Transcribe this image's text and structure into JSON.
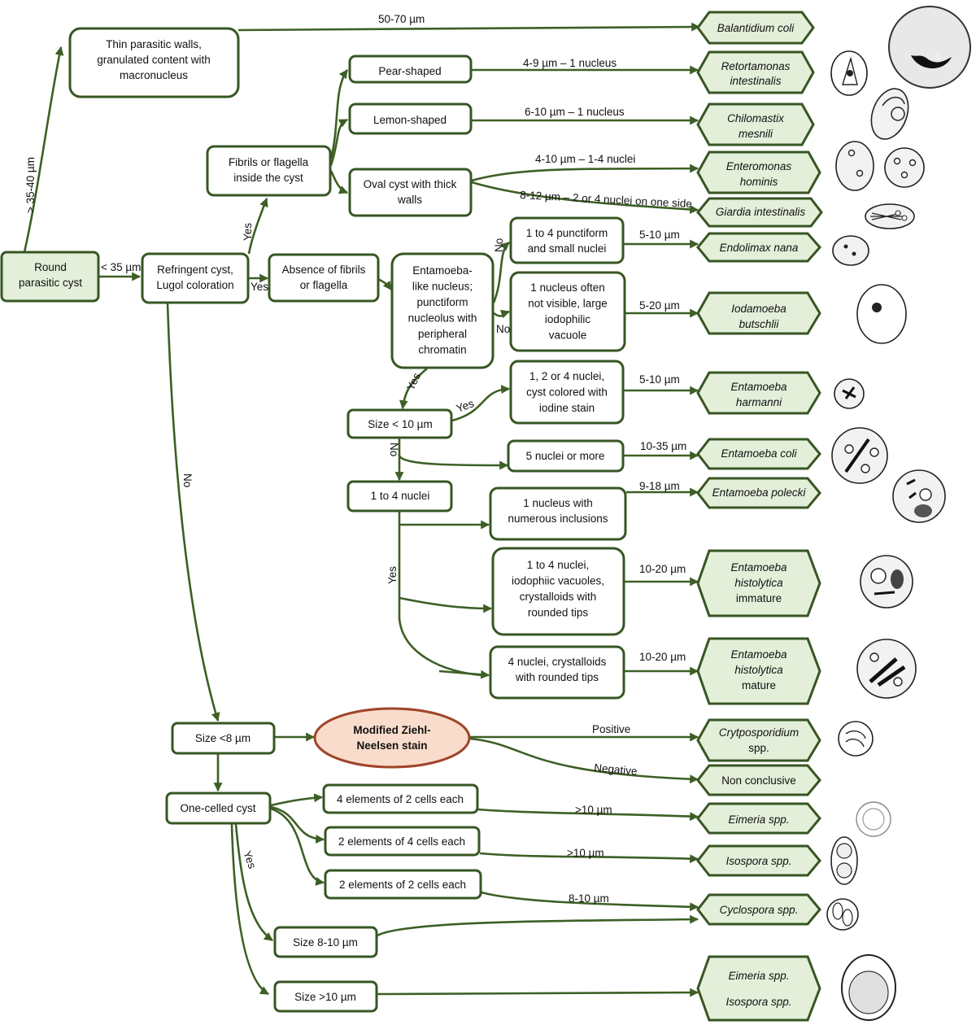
{
  "nodes": {
    "round": [
      "Round",
      "parasitic cyst"
    ],
    "thin": [
      "Thin parasitic walls,",
      "granulated content with",
      "macronucleus"
    ],
    "refringent": [
      "Refringent cyst,",
      "Lugol coloration"
    ],
    "fibrils": [
      "Fibrils or flagella",
      "inside the cyst"
    ],
    "pear": [
      "Pear-shaped"
    ],
    "lemon": [
      "Lemon-shaped"
    ],
    "oval": [
      "Oval cyst with thick",
      "walls"
    ],
    "absence": [
      "Absence of fibrils",
      "or flagella"
    ],
    "entlike": [
      "Entamoeba-",
      "like nucleus;",
      "punctiform",
      "nucleolus with",
      "peripheral",
      "chromatin"
    ],
    "punct": [
      "1 to 4 punctiform",
      "and small nuclei"
    ],
    "onenuc": [
      "1 nucleus often",
      "not visible, large",
      "iodophilic",
      "vacuole"
    ],
    "size10": [
      "Size < 10 µm"
    ],
    "iodine": [
      "1, 2 or 4 nuclei,",
      "cyst colored with",
      "iodine stain"
    ],
    "five": [
      "5 nuclei or more"
    ],
    "onefour": [
      "1 to 4 nuclei"
    ],
    "inclusions": [
      "1 nucleus with",
      "numerous inclusions"
    ],
    "vacuoles": [
      "1 to 4 nuclei,",
      "iodophiic vacuoles,",
      "crystalloids with",
      "rounded tips"
    ],
    "fournuc": [
      "4 nuclei, crystalloids",
      "with rounded tips"
    ],
    "size8": [
      "Size <8 µm"
    ],
    "ziehl": [
      "Modified Ziehl-",
      "Neelsen stain"
    ],
    "onecell": [
      "One-celled cyst"
    ],
    "el42": [
      "4 elements of 2 cells each"
    ],
    "el24": [
      "2 elements of 4 cells each"
    ],
    "el22": [
      "2 elements of 2 cells each"
    ],
    "size810": [
      "Size 8-10 µm"
    ],
    "size10b": [
      "Size >10 µm"
    ]
  },
  "results": {
    "balantidium": [
      "Balantidium coli"
    ],
    "retortamonas": [
      "Retortamonas",
      "intestinalis"
    ],
    "chilomastix": [
      "Chilomastix",
      "mesnili"
    ],
    "enteromonas": [
      "Enteromonas",
      "hominis"
    ],
    "giardia": [
      "Giardia intestinalis"
    ],
    "endolimax": [
      "Endolimax nana"
    ],
    "iodamoeba": [
      "Iodamoeba",
      "butschlii"
    ],
    "harmanni": [
      "Entamoeba",
      "harmanni"
    ],
    "coli": [
      "Entamoeba coli"
    ],
    "polecki": [
      "Entamoeba polecki"
    ],
    "histo_immature": [
      "Entamoeba",
      "histolytica",
      "immature"
    ],
    "histo_mature": [
      "Entamoeba",
      "histolytica",
      "mature"
    ],
    "crypto": [
      "Crytposporidium",
      "spp."
    ],
    "nonconclusive": [
      "Non conclusive"
    ],
    "eimeria": [
      "Eimeria spp."
    ],
    "isospora": [
      "Isospora spp."
    ],
    "cyclospora": [
      "Cyclospora spp."
    ],
    "eimeria_isospora": [
      "Eimeria spp.",
      "Isospora spp."
    ]
  },
  "edge_labels": {
    "gt35": "> 35-40 µm",
    "s5070": "50-70 µm",
    "lt35": "< 35 µm",
    "yes_fibrils": "Yes",
    "yes_absence": "Yes",
    "pear_size": "4-9 µm – 1 nucleus",
    "lemon_size": "6-10 µm – 1 nucleus",
    "oval_entero": "4-10 µm – 1-4 nuclei",
    "oval_giardia": "8-12 µm – 2 or 4 nuclei on one side",
    "no_punct": "No",
    "no_onenuc": "No",
    "endo_size": "5-10 µm",
    "iodo_size": "5-20 µm",
    "yes_size10": "Yes",
    "yes_iodine": "Yes",
    "harm_size": "5-10 µm",
    "no_size10": "No",
    "coli_size": "10-35 µm",
    "polecki_size": "9-18 µm",
    "yes_onefour": "Yes",
    "immature_size": "10-20 µm",
    "mature_size": "10-20 µm",
    "no_main": "No",
    "positive": "Positive",
    "negative": "Negative",
    "eim_size": ">10 µm",
    "iso_size": ">10 µm",
    "cyclo_size": "8-10 µm",
    "yes_onecell": "Yes"
  },
  "colors": {
    "edge": "#3d5f25",
    "box_border": "#375623",
    "result_fill": "#e3efd9",
    "ziehl_fill": "#f9dccb",
    "ziehl_border": "#a0452a"
  }
}
